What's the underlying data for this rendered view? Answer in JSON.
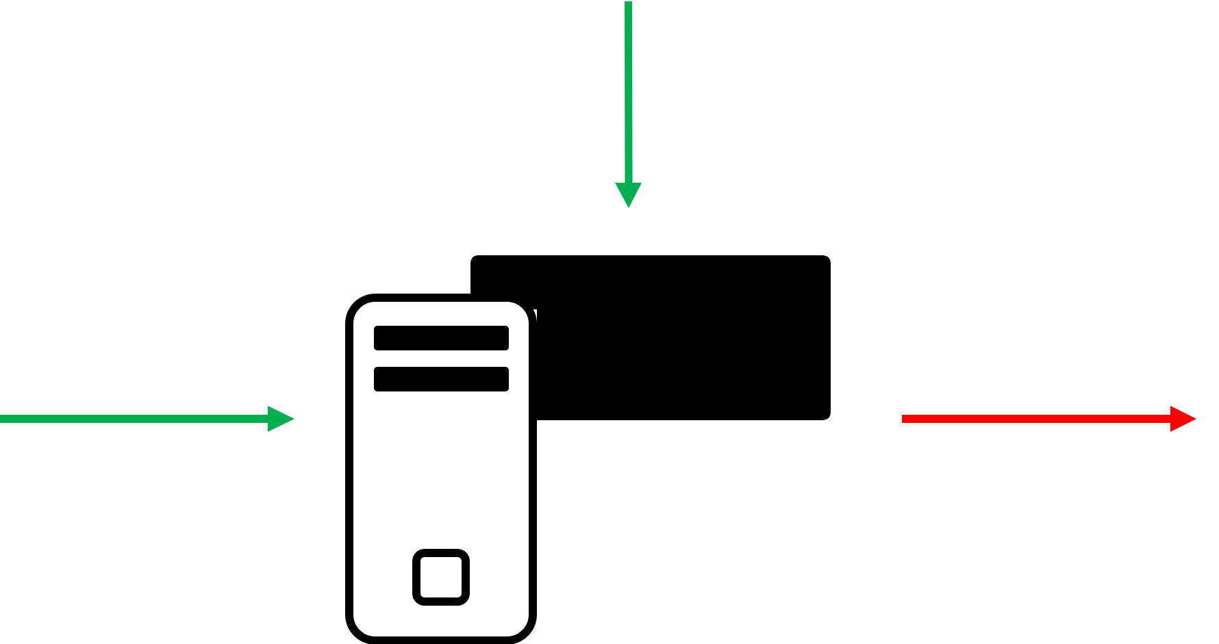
{
  "diagram": {
    "background_color": "#ffffff",
    "icon": {
      "name": "server-icon",
      "description_parts": [
        "server-tower",
        "server-rack-unit"
      ],
      "fill_color": "#000000"
    },
    "arrows": [
      {
        "name": "input-arrow-top",
        "direction": "down",
        "color": "#00b050"
      },
      {
        "name": "input-arrow-left",
        "direction": "right",
        "color": "#00b050"
      },
      {
        "name": "output-arrow-right",
        "direction": "right",
        "color": "#ff0000"
      }
    ]
  }
}
